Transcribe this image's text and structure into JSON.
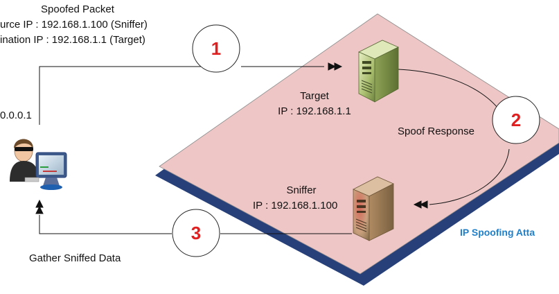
{
  "spoofed_packet": {
    "title": "Spoofed Packet",
    "source_line": "urce IP : 192.168.1.100 (Sniffer)",
    "dest_line": "ination IP : 192.168.1.1 (Target)"
  },
  "attacker": {
    "ip_label": "0.0.0.1"
  },
  "target": {
    "name": "Target",
    "ip": "IP : 192.168.1.1"
  },
  "sniffer": {
    "name": "Sniffer",
    "ip": "IP : 192.168.1.100"
  },
  "steps": [
    {
      "number": "1"
    },
    {
      "number": "2",
      "label": "Spoof Response"
    },
    {
      "number": "3",
      "label": "Gather Sniffed Data"
    }
  ],
  "network_title": "IP Spoofing Atta",
  "colors": {
    "plane_fill": "#eec6c6",
    "plane_edge": "#27407a",
    "title_color": "#1f7fc8",
    "step_number_color": "#e02020"
  }
}
